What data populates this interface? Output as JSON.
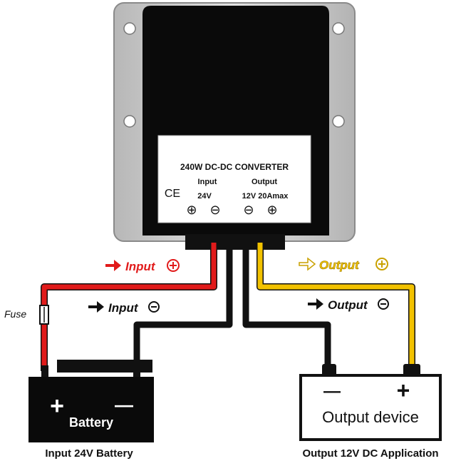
{
  "converter": {
    "title": "240W DC-DC  CONVERTER",
    "input_label": "Input",
    "output_label": "Output",
    "ce_mark": "CE",
    "input_voltage": "24V",
    "output_rating": "12V 20Amax",
    "terminal_plus": "⊕",
    "terminal_minus": "⊖"
  },
  "wiring": {
    "input_positive": "Input",
    "input_negative": "Input",
    "output_positive": "Output",
    "output_negative": "Output",
    "fuse_label": "Fuse",
    "arrow": "➡",
    "arrow_outline": "⇨",
    "plus_sign": "+",
    "minus_sign": "-"
  },
  "battery": {
    "label": "Battery",
    "plus": "+",
    "minus": "—",
    "caption": "Input 24V Battery"
  },
  "output_device": {
    "label": "Output device",
    "plus": "+",
    "minus": "—",
    "caption": "Output 12V DC Application"
  },
  "colors": {
    "positive_input_wire": "#e11b1b",
    "positive_output_wire": "#f2c200",
    "negative_wire": "#111111",
    "housing": "#c9c9c9",
    "body": "#0a0a0a",
    "output_positive_label": "#c9a100"
  }
}
